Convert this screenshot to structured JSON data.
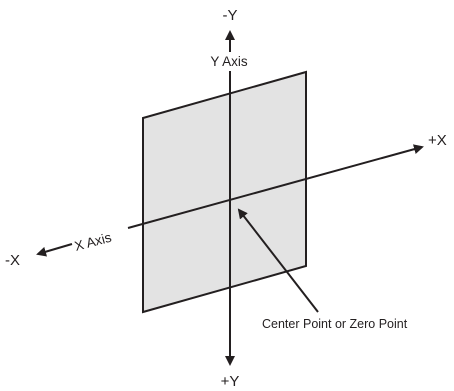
{
  "diagram": {
    "labels": {
      "neg_y": "-Y",
      "pos_y": "+Y",
      "neg_x": "-X",
      "pos_x": "+X",
      "y_axis": "Y Axis",
      "x_axis": "X Axis",
      "center_point": "Center Point or Zero Point"
    },
    "colors": {
      "plane_fill": "#e3e3e3",
      "stroke": "#231f20",
      "text": "#231f20"
    }
  }
}
